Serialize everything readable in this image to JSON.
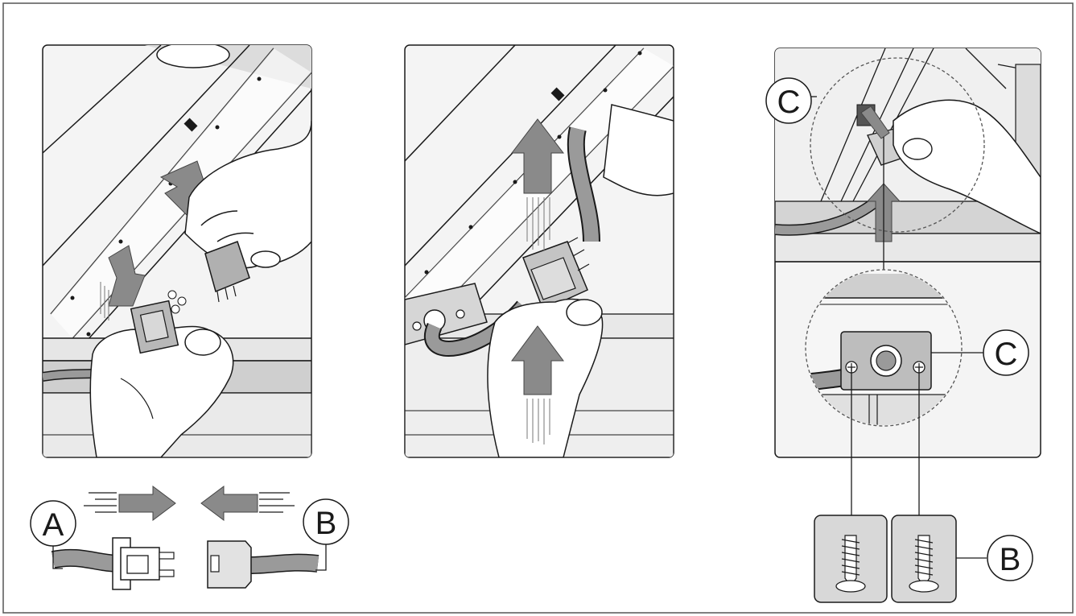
{
  "callouts": {
    "a": "A",
    "b": "B",
    "c": "C"
  },
  "icons": {
    "arrow": "arrow-icon",
    "screw": "screw-icon",
    "connector": "connector-icon",
    "hand": "hand-icon"
  },
  "colors": {
    "line": "#1a1a1a",
    "arrow_fill": "#8a8a8a",
    "cable_fill": "#9a9a9a",
    "panel_fill": "#f4f4f4",
    "light_fill": "#e2e2e2",
    "screw_panel": "#d8d8d8"
  }
}
